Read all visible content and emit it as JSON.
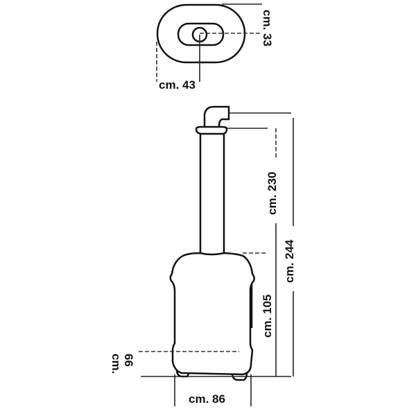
{
  "drawing": {
    "top_view": {
      "width_label": "cm. 43",
      "depth_label": "cm. 33"
    },
    "side_view": {
      "pipe_height_label": "cm. 230",
      "total_height_label": "cm. 244",
      "body_height_label": "cm. 105",
      "door_height_label": "cm. 66",
      "base_width_label": "cm. 86"
    },
    "colors": {
      "line": "#111111",
      "background": "#ffffff"
    }
  }
}
